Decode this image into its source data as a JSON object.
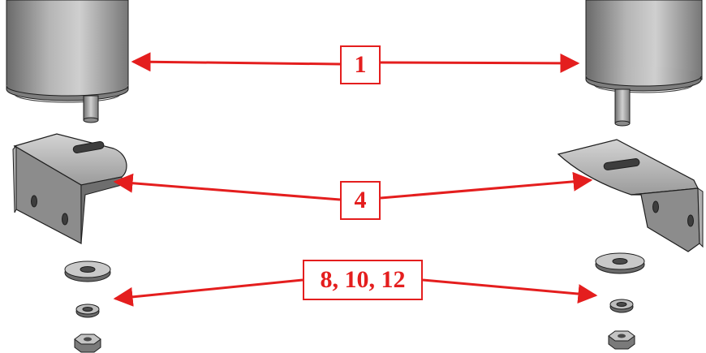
{
  "callouts": {
    "part_1": "1",
    "part_4": "4",
    "parts_8_10_12": "8, 10, 12"
  },
  "colors": {
    "leader": "#e41e1e",
    "metal_light": "#c9c9c9",
    "metal_mid": "#9a9a9a",
    "metal_dark": "#555555",
    "edge": "#1e1e1e"
  }
}
